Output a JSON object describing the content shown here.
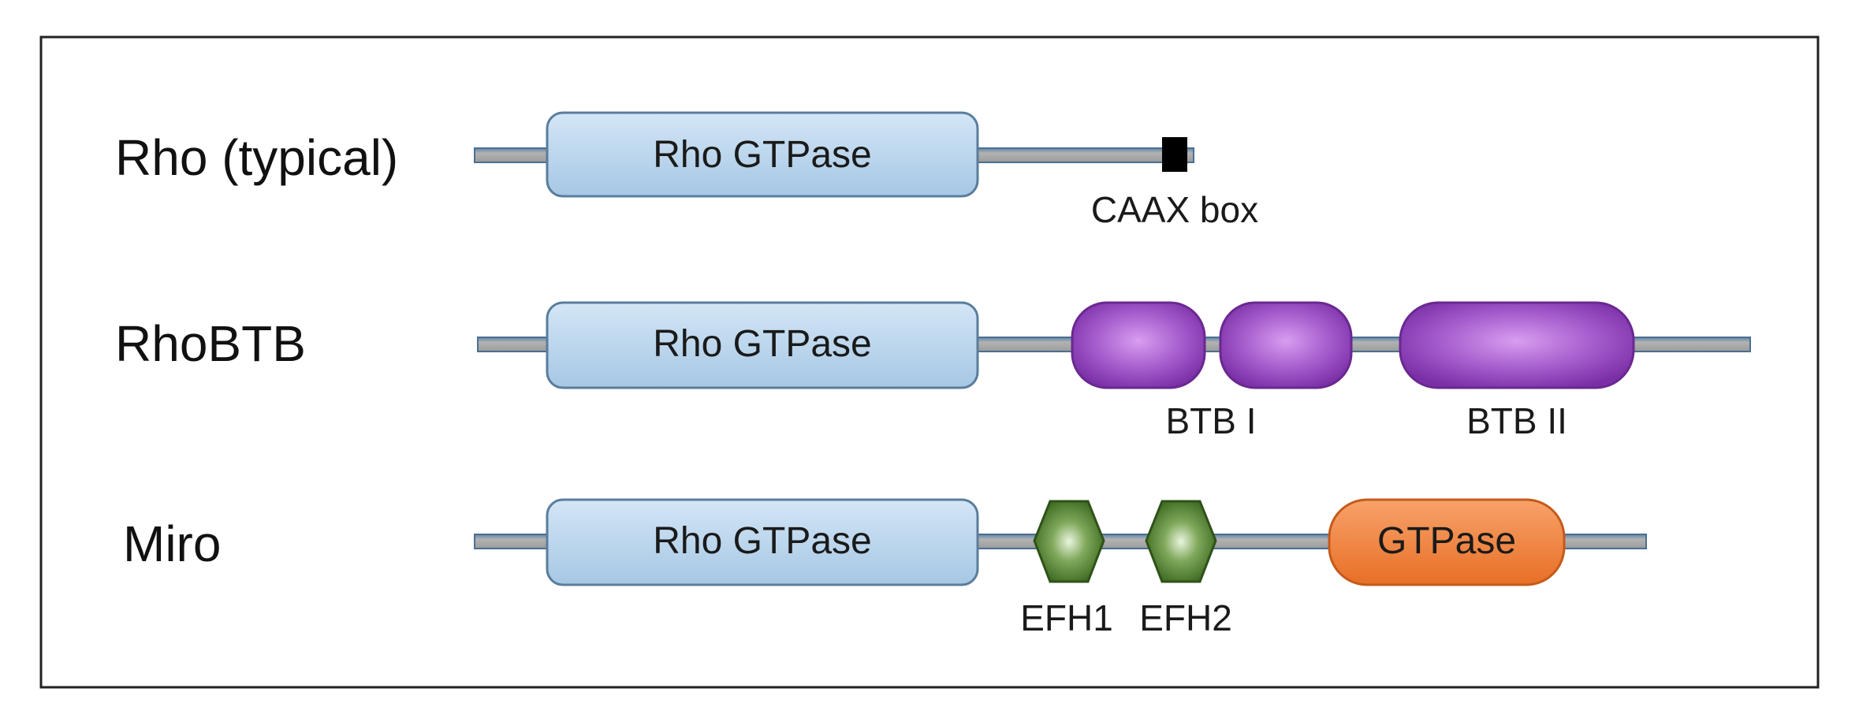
{
  "proteins": [
    {
      "name": "Rho (typical)",
      "domains": [
        {
          "type": "rho-gtpase",
          "label": "Rho GTPase"
        },
        {
          "type": "caax-box",
          "label": "CAAX box"
        }
      ]
    },
    {
      "name": "RhoBTB",
      "domains": [
        {
          "type": "rho-gtpase",
          "label": "Rho GTPase"
        },
        {
          "type": "btb",
          "label": "BTB I"
        },
        {
          "type": "btb",
          "label": "BTB II"
        }
      ]
    },
    {
      "name": "Miro",
      "domains": [
        {
          "type": "rho-gtpase",
          "label": "Rho GTPase"
        },
        {
          "type": "efh",
          "label": "EFH1"
        },
        {
          "type": "efh",
          "label": "EFH2"
        },
        {
          "type": "gtpase",
          "label": "GTPase"
        }
      ]
    }
  ],
  "colors": {
    "rho_gtpase_fill": "#bcd7ee",
    "btb_fill": "#9b4fc0",
    "efh_fill": "#4e7a2c",
    "gtpase_fill": "#f0843c",
    "linker": "#a9a9a9",
    "linker_edge": "#3f6f9a",
    "caax_box": "#000000",
    "frame": "#222222"
  }
}
